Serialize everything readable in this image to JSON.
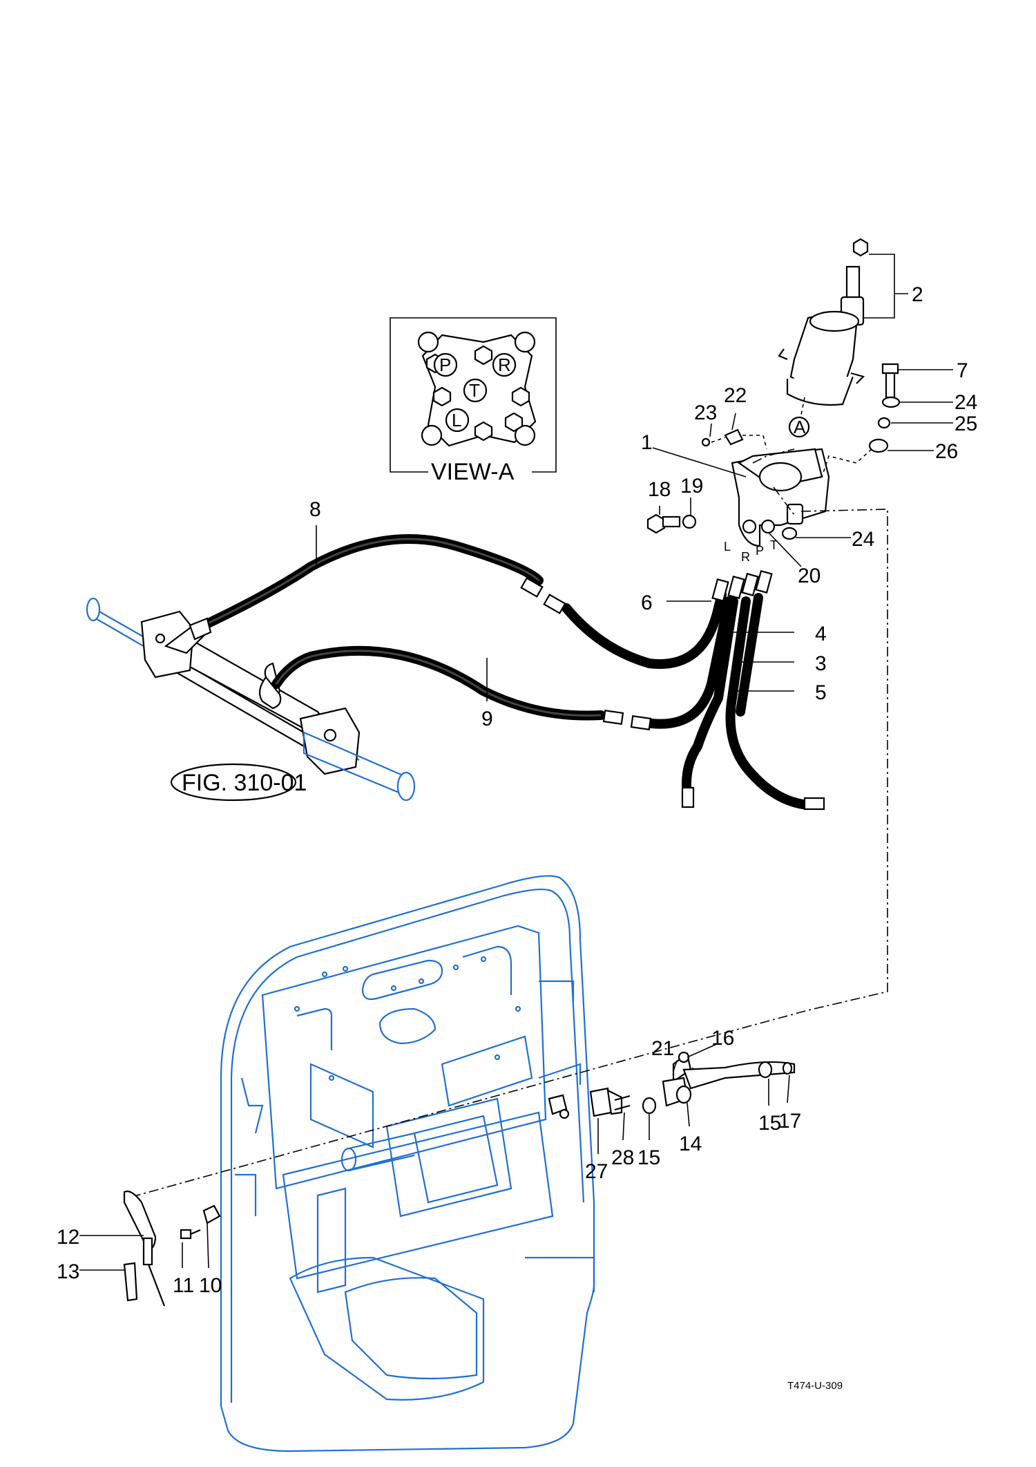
{
  "view_label": "VIEW-A",
  "view_ports": [
    "P",
    "R",
    "T",
    "L"
  ],
  "view_marker": "A",
  "fig_reference": "FIG. 310-01",
  "hose_port_labels": [
    "L",
    "R",
    "P",
    "T"
  ],
  "callouts": [
    "1",
    "2",
    "3",
    "4",
    "5",
    "6",
    "7",
    "8",
    "9",
    "10",
    "11",
    "12",
    "13",
    "14",
    "15",
    "15",
    "16",
    "17",
    "18",
    "19",
    "20",
    "21",
    "22",
    "23",
    "24",
    "24",
    "25",
    "26",
    "27",
    "28"
  ],
  "drawing_number": "T474-U-309",
  "colors": {
    "line": "#000000",
    "background_part": "#1f6fd1"
  }
}
